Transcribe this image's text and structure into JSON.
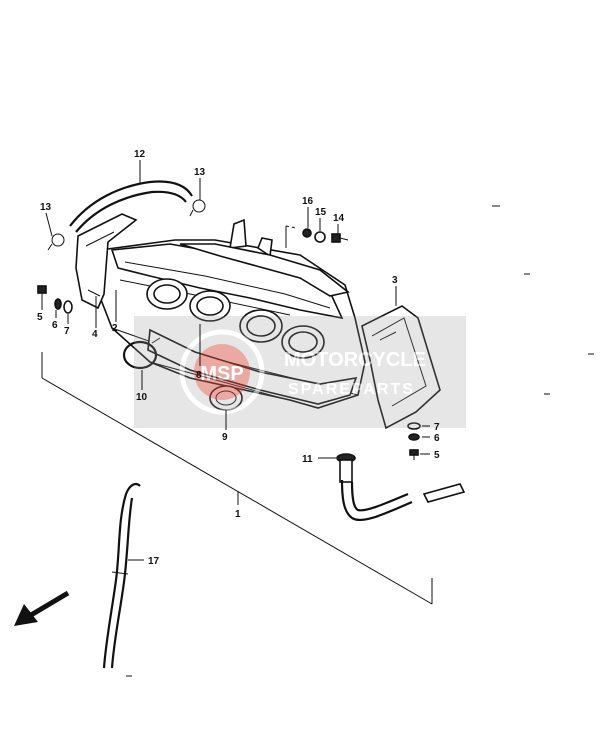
{
  "labels": {
    "l1": "1",
    "l2": "2",
    "l3": "3",
    "l4": "4",
    "l5a": "5",
    "l5b": "5",
    "l6a": "6",
    "l6b": "6",
    "l7a": "7",
    "l7b": "7",
    "l8": "8",
    "l9": "9",
    "l10": "10",
    "l11": "11",
    "l12": "12",
    "l13a": "13",
    "l13b": "13",
    "l14": "14",
    "l15": "15",
    "l16": "16",
    "l17": "17"
  },
  "watermark": {
    "badge": "MSP",
    "line1": "MOTORCYCLE",
    "line2": "SPAREPARTS"
  },
  "colors": {
    "watermark_red": "#d94a3a",
    "watermark_grey": "#8a8a8a"
  },
  "icons": {
    "direction": "front-arrow-icon"
  }
}
